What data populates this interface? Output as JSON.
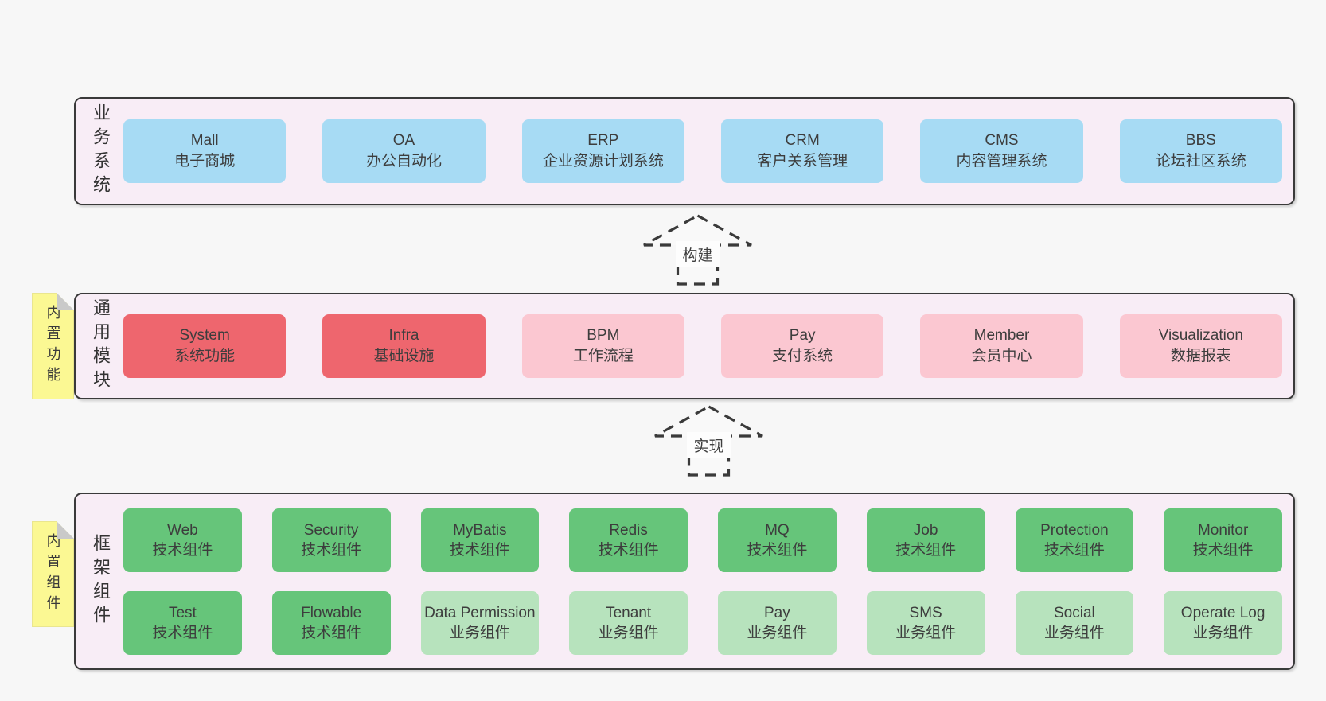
{
  "palette": {
    "page_bg": "#f7f7f7",
    "band_bg": "#f8edf6",
    "band_border": "#3a3a3a",
    "blue_box": "#a7dbf4",
    "red_box": "#ee666e",
    "pink_box": "#fbc7d1",
    "green_box": "#66c57a",
    "light_green_box": "#b7e3bd",
    "sticky_yellow": "#fbf893",
    "text": "#3d3d3d"
  },
  "arrows": [
    {
      "label": "构建"
    },
    {
      "label": "实现"
    }
  ],
  "bands": {
    "business": {
      "label": "业务系统",
      "boxes": [
        {
          "name": "Mall",
          "desc": "电子商城"
        },
        {
          "name": "OA",
          "desc": "办公自动化"
        },
        {
          "name": "ERP",
          "desc": "企业资源计划系统"
        },
        {
          "name": "CRM",
          "desc": "客户关系管理"
        },
        {
          "name": "CMS",
          "desc": "内容管理系统"
        },
        {
          "name": "BBS",
          "desc": "论坛社区系统"
        }
      ]
    },
    "modules": {
      "label": "通用模块",
      "sticky": "内置功能",
      "boxes": [
        {
          "name": "System",
          "desc": "系统功能"
        },
        {
          "name": "Infra",
          "desc": "基础设施"
        },
        {
          "name": "BPM",
          "desc": "工作流程"
        },
        {
          "name": "Pay",
          "desc": "支付系统"
        },
        {
          "name": "Member",
          "desc": "会员中心"
        },
        {
          "name": "Visualization",
          "desc": "数据报表"
        }
      ]
    },
    "components": {
      "label": "框架组件",
      "sticky": "内置组件",
      "row1": [
        {
          "name": "Web",
          "desc": "技术组件"
        },
        {
          "name": "Security",
          "desc": "技术组件"
        },
        {
          "name": "MyBatis",
          "desc": "技术组件"
        },
        {
          "name": "Redis",
          "desc": "技术组件"
        },
        {
          "name": "MQ",
          "desc": "技术组件"
        },
        {
          "name": "Job",
          "desc": "技术组件"
        },
        {
          "name": "Protection",
          "desc": "技术组件"
        },
        {
          "name": "Monitor",
          "desc": "技术组件"
        }
      ],
      "row2": [
        {
          "name": "Test",
          "desc": "技术组件"
        },
        {
          "name": "Flowable",
          "desc": "技术组件"
        },
        {
          "name": "Data Permission",
          "desc": "业务组件"
        },
        {
          "name": "Tenant",
          "desc": "业务组件"
        },
        {
          "name": "Pay",
          "desc": "业务组件"
        },
        {
          "name": "SMS",
          "desc": "业务组件"
        },
        {
          "name": "Social",
          "desc": "业务组件"
        },
        {
          "name": "Operate Log",
          "desc": "业务组件"
        }
      ]
    }
  }
}
